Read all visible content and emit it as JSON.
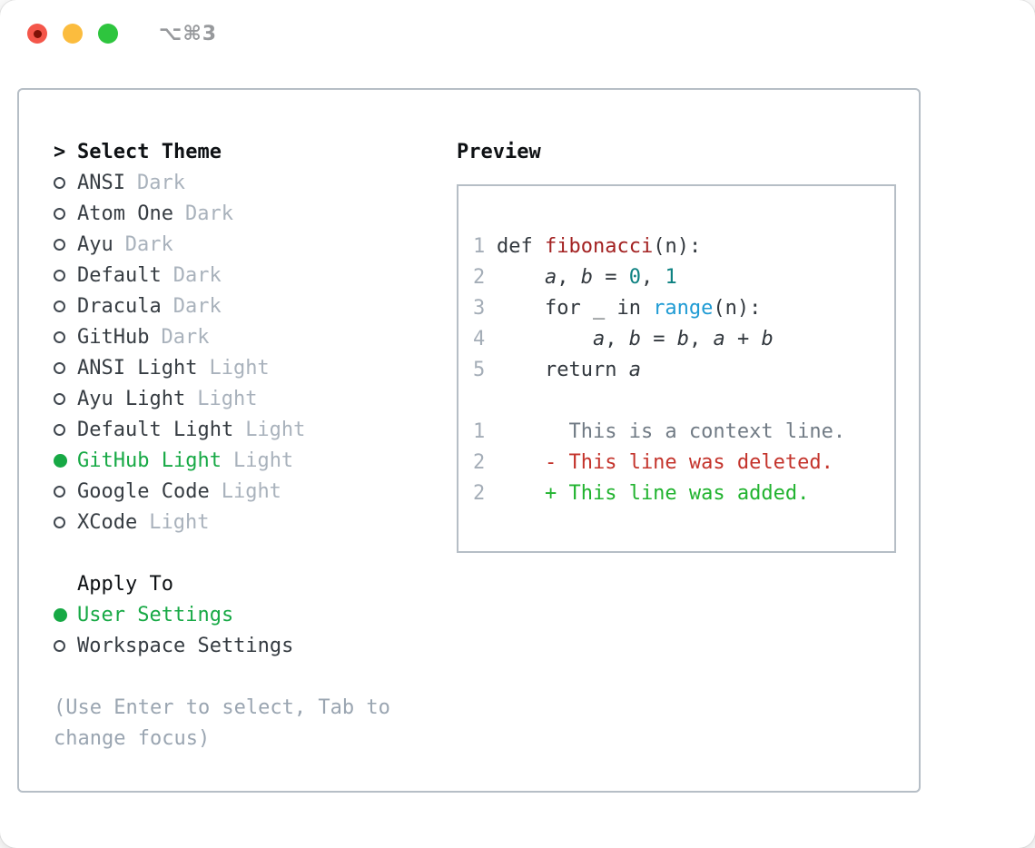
{
  "titlebar": {
    "shortcut_label": "⌥⌘3",
    "traffic_lights": [
      "close-icon",
      "minimize-icon",
      "zoom-icon"
    ]
  },
  "colors": {
    "accent_green": "#17a945",
    "selected_text": "#17a945",
    "deleted_red": "#c4342c",
    "added_green": "#21b32f",
    "function_red": "#a32222",
    "literal_teal": "#0d8181",
    "call_blue": "#1f9bd4",
    "muted_variant": "#a9b2bc",
    "hint_gray": "#9aa5b1",
    "panel_border": "#b6bec6",
    "traffic_red": "#f4564a",
    "traffic_yellow": "#fbbc3e",
    "traffic_green": "#2ec53e"
  },
  "theme_panel": {
    "header": {
      "prompt": ">",
      "label": "Select Theme"
    },
    "themes": [
      {
        "name": "ANSI",
        "variant": "Dark",
        "selected": false
      },
      {
        "name": "Atom One",
        "variant": "Dark",
        "selected": false
      },
      {
        "name": "Ayu",
        "variant": "Dark",
        "selected": false
      },
      {
        "name": "Default",
        "variant": "Dark",
        "selected": false
      },
      {
        "name": "Dracula",
        "variant": "Dark",
        "selected": false
      },
      {
        "name": "GitHub",
        "variant": "Dark",
        "selected": false
      },
      {
        "name": "ANSI Light",
        "variant": "Light",
        "selected": false
      },
      {
        "name": "Ayu Light",
        "variant": "Light",
        "selected": false
      },
      {
        "name": "Default Light",
        "variant": "Light",
        "selected": false
      },
      {
        "name": "GitHub Light",
        "variant": "Light",
        "selected": true
      },
      {
        "name": "Google Code",
        "variant": "Light",
        "selected": false
      },
      {
        "name": "XCode",
        "variant": "Light",
        "selected": false
      }
    ],
    "apply_to": {
      "header": "Apply To",
      "options": [
        {
          "label": "User Settings",
          "selected": true
        },
        {
          "label": "Workspace Settings",
          "selected": false
        }
      ]
    },
    "hint_lines": [
      "(Use Enter to select, Tab to",
      "change focus)"
    ]
  },
  "preview": {
    "header": "Preview",
    "code_lines": [
      {
        "num": "1",
        "segments": [
          {
            "t": "def ",
            "s": "code"
          },
          {
            "t": "fibonacci",
            "s": "func"
          },
          {
            "t": "(n):",
            "s": "code"
          }
        ]
      },
      {
        "num": "2",
        "segments": [
          {
            "t": "    ",
            "s": "code"
          },
          {
            "t": "a",
            "s": "var"
          },
          {
            "t": ", ",
            "s": "code"
          },
          {
            "t": "b",
            "s": "var"
          },
          {
            "t": " = ",
            "s": "code"
          },
          {
            "t": "0",
            "s": "lit"
          },
          {
            "t": ", ",
            "s": "code"
          },
          {
            "t": "1",
            "s": "lit"
          }
        ]
      },
      {
        "num": "3",
        "segments": [
          {
            "t": "    for _ in ",
            "s": "code"
          },
          {
            "t": "range",
            "s": "call"
          },
          {
            "t": "(n):",
            "s": "code"
          }
        ]
      },
      {
        "num": "4",
        "segments": [
          {
            "t": "        ",
            "s": "code"
          },
          {
            "t": "a",
            "s": "var"
          },
          {
            "t": ", ",
            "s": "code"
          },
          {
            "t": "b",
            "s": "var"
          },
          {
            "t": " = ",
            "s": "code"
          },
          {
            "t": "b",
            "s": "var"
          },
          {
            "t": ", ",
            "s": "code"
          },
          {
            "t": "a",
            "s": "var"
          },
          {
            "t": " + ",
            "s": "code"
          },
          {
            "t": "b",
            "s": "var"
          }
        ]
      },
      {
        "num": "5",
        "segments": [
          {
            "t": "    return ",
            "s": "code"
          },
          {
            "t": "a",
            "s": "var"
          }
        ]
      },
      {
        "num": "",
        "segments": []
      },
      {
        "num": "1",
        "segments": [
          {
            "t": "      This is a context line.",
            "s": "context"
          }
        ]
      },
      {
        "num": "2",
        "segments": [
          {
            "t": "    - This line was deleted.",
            "s": "deleted"
          }
        ]
      },
      {
        "num": "2",
        "segments": [
          {
            "t": "    + This line was added.",
            "s": "added"
          }
        ]
      }
    ]
  }
}
